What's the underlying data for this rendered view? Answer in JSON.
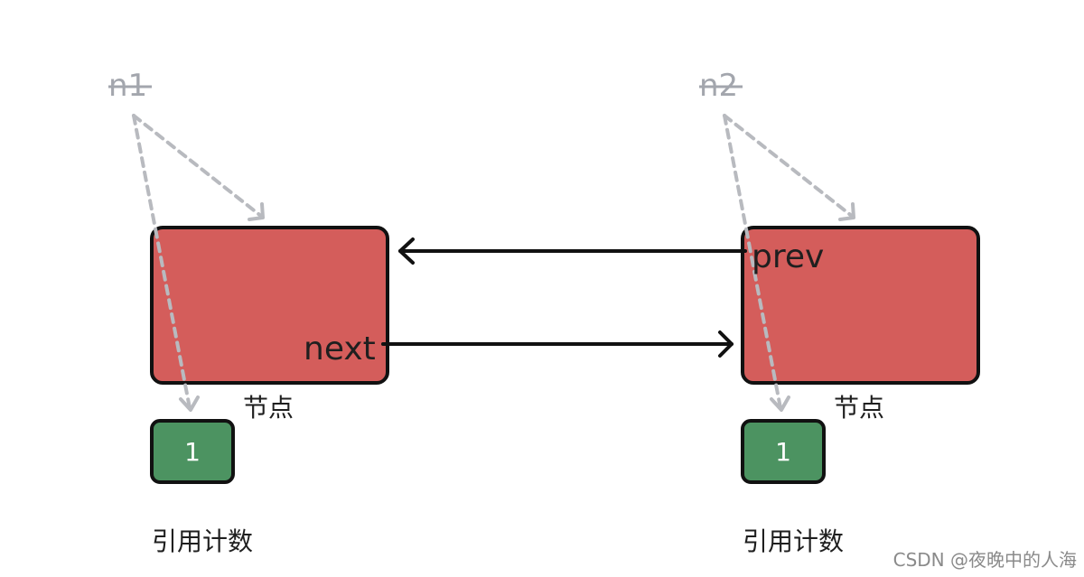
{
  "variables": {
    "n1": "n1",
    "n2": "n2"
  },
  "nodes": {
    "left": {
      "next_label": "next",
      "caption": "节点"
    },
    "right": {
      "prev_label": "prev",
      "caption": "节点"
    }
  },
  "ref_counts": {
    "left": {
      "value": "1",
      "caption": "引用计数"
    },
    "right": {
      "value": "1",
      "caption": "引用计数"
    }
  },
  "watermark": "CSDN @夜晚中的人海",
  "colors": {
    "node_fill": "#d45d5b",
    "count_fill": "#4c9361",
    "reference_line": "#b8babf",
    "pointer_line": "#111111",
    "variable_text": "#a3a6ad"
  }
}
